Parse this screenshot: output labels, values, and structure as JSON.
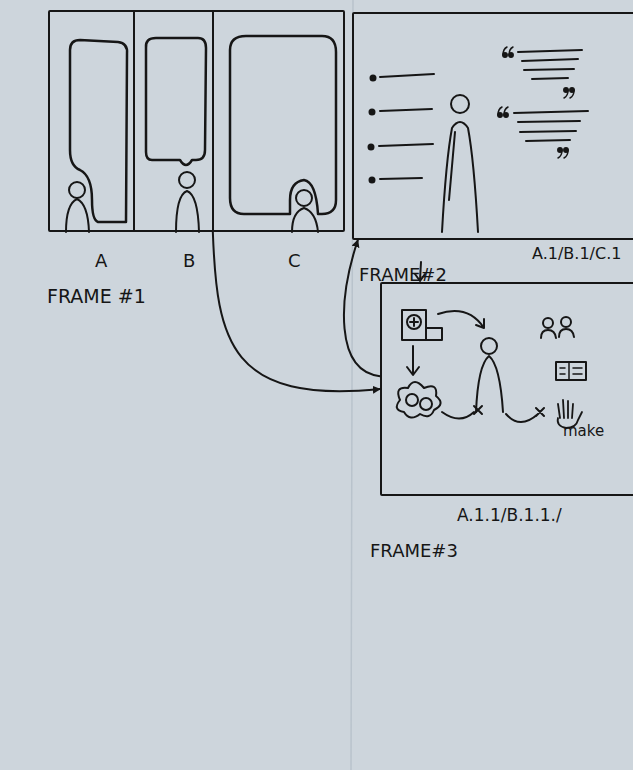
{
  "diagram": {
    "nodes": [
      {
        "text": [
          "FRAME #1"
        ]
      },
      {
        "text": [
          "A"
        ],
        "in": 0
      },
      {
        "text": [
          "B"
        ],
        "in": 0
      },
      {
        "text": [
          "C"
        ],
        "in": 0
      },
      {
        "text": [
          "A.1/B.1/C.1",
          "FRAME#2"
        ]
      },
      {
        "text": [
          "A.1.1/B.1.1./",
          "FRAME#3"
        ]
      }
    ],
    "edges": [
      {
        "from": 0,
        "to": 5,
        "arrow": "to"
      },
      {
        "from": 5,
        "to": 4,
        "arrow": "to"
      }
    ],
    "labels": [
      "make"
    ]
  }
}
